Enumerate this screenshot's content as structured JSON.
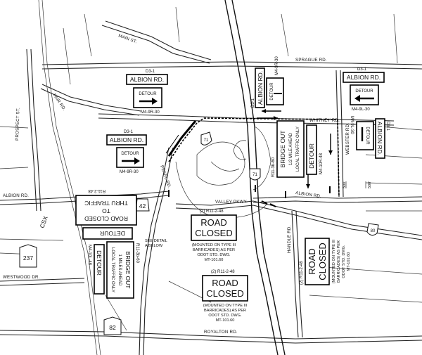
{
  "roads": {
    "main_st": "MAIN ST.",
    "sprague_rd": "SPRAGUE RD.",
    "fair_rd": "FAIR RD.",
    "prospect_st": "PROSPECT ST.",
    "whitney_rd": "WHITNEY RD.",
    "webster_rd": "WEBSTER RD.",
    "albion_rd_west": "ALBION RD.",
    "albion_rd_east": "ALBION RD.",
    "valley_pkwy": "VALLEY PKWY.",
    "westwood_dr": "WESTWOOD DR.",
    "royalton_rd": "ROYALTON RD.",
    "handle_rd": "HANDLE RD.",
    "pearl_rd": "PEARL RD.",
    "csx": "CSX"
  },
  "routes": {
    "i71_north": "71",
    "i71_mid": "71",
    "i80": "80",
    "sr42": "42",
    "sr237": "237",
    "sr82": "82"
  },
  "signs": {
    "top_left": {
      "code_top": "D3-1",
      "name": "ALBION RD.",
      "detour": "DETOUR",
      "code_bottom": "M4-9R-30"
    },
    "mid_left": {
      "code_top": "D3-1",
      "name": "ALBION RD.",
      "detour": "DETOUR",
      "code_bottom": "M4-9R-30"
    },
    "top_right": {
      "code_top": "D3-1",
      "name": "ALBION RD.",
      "detour": "DETOUR",
      "code_bottom": "M4-9L-30"
    },
    "rot_center": {
      "code_top": "D3-1",
      "name": "ALBION RD.",
      "detour": "DETOUR",
      "code_bottom": "M4-9R-30"
    },
    "rot_webster": {
      "code_top": "D3-1",
      "name": "ALBION RD.",
      "detour": "DETOUR",
      "code_bottom": "M4-9L-30"
    },
    "bridge_east": {
      "code": "R11-3b-60",
      "line1": "BRIDGE OUT",
      "line2": "1/2 MILE AHEAD",
      "line3": "LOCAL TRAFFIC ONLY",
      "detour": "DETOUR",
      "code2": "M4-10R-48"
    },
    "road_closed_thru": {
      "code": "R11-2-48",
      "line1": "ROAD CLOSED",
      "line2": "TO",
      "line3": "THRU TRAFFIC",
      "detour": "DETOUR",
      "code2": "M4-10L-48"
    },
    "bridge_west": {
      "code": "R11-3b-60",
      "line1": "BRIDGE OUT",
      "line2": "1 MILES AHEAD",
      "line3": "LOCAL TRAFFIC ONLY",
      "detour": "DETOUR",
      "code2": "M4-10L-48"
    },
    "rc_upper": {
      "code": "(2) R11-2-48",
      "line1": "ROAD",
      "line2": "CLOSED",
      "note1": "(MOUNTED ON TYPE III",
      "note2": "BARRICADES) AS PER",
      "note3": "ODOT STD. DWG.",
      "note4": "MT-101.60"
    },
    "rc_lower": {
      "code": "(2) R11-2-48",
      "line1": "ROAD",
      "line2": "CLOSED",
      "note1": "(MOUNTED ON TYPE III",
      "note2": "BARRICADES) AS PER",
      "note3": "ODOT STD. DWG.",
      "note4": "MT-101.60"
    },
    "rc_right": {
      "code": "(2) R11-2-48",
      "line1": "ROAD",
      "line2": "CLOSED",
      "note1": "(MOUNTED ON TYPE III",
      "note2": "BARRICADES) AS PER",
      "note3": "ODOT STD. DWG.",
      "note4": "MT-101.60"
    }
  },
  "notes": {
    "see_detail_1": "SEE DETAIL",
    "see_detail_2": "A BELOW",
    "dist_500_a": "500'",
    "dist_500_b": "500'"
  }
}
